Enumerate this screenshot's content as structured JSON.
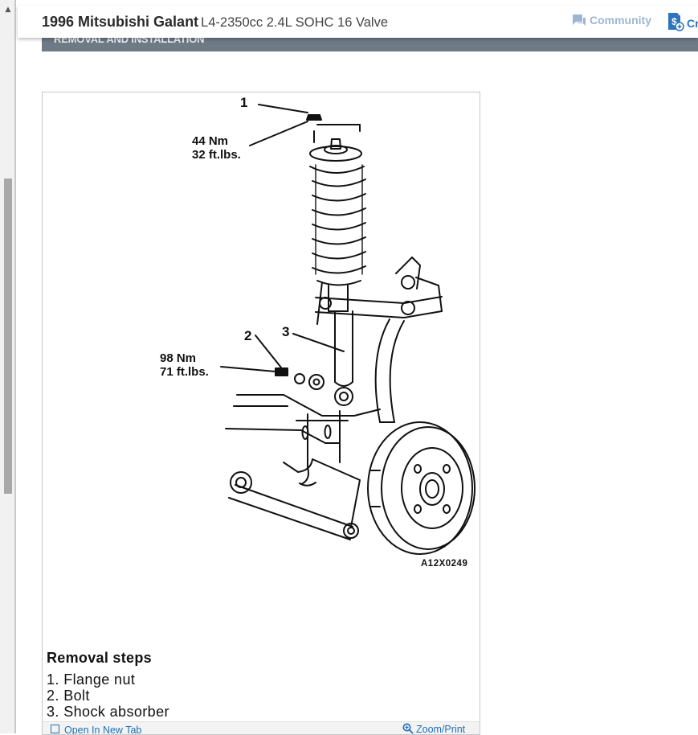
{
  "header": {
    "vehicle": "1996 Mitsubishi Galant",
    "engine": "L4-2350cc 2.4L SOHC 16 Valve",
    "community_label": "Community",
    "cr_label": "Cr"
  },
  "section": {
    "title": "REMOVAL AND INSTALLATION"
  },
  "diagram": {
    "callouts": {
      "c1": "1",
      "c2": "2",
      "c3": "3"
    },
    "torque_top": {
      "nm": "44 Nm",
      "ftlbs": "32 ft.lbs."
    },
    "torque_mid": {
      "nm": "98 Nm",
      "ftlbs": "71 ft.lbs."
    },
    "figure_code": "A12X0249",
    "steps_title": "Removal steps",
    "steps": [
      "1. Flange nut",
      "2. Bolt",
      "3. Shock absorber"
    ]
  },
  "card_footer": {
    "open_tab": "Open In New Tab",
    "zoom_print": "Zoom/Print"
  },
  "icons": {
    "community": "chat-bubble-icon",
    "cr": "dollar-document-icon",
    "open_tab": "external-tab-icon",
    "zoom": "magnifier-plus-icon",
    "scroll_up": "triangle-up-icon"
  },
  "colors": {
    "banner": "#6e7a86",
    "link": "#1f6fb8",
    "community": "#9db7d2"
  }
}
